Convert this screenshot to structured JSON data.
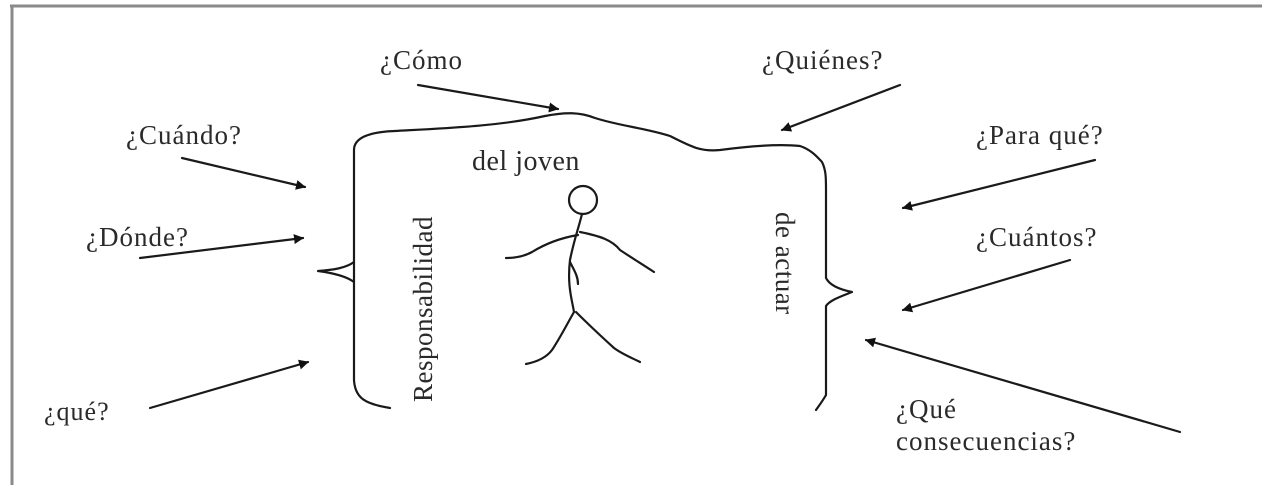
{
  "diagram": {
    "questions": {
      "como": "¿Cómo",
      "quienes": "¿Quiénes?",
      "cuando": "¿Cuándo?",
      "para_que": "¿Para qué?",
      "donde": "¿Dónde?",
      "cuantos": "¿Cuántos?",
      "que": "¿qué?",
      "consecuencias_1": "¿Qué",
      "consecuencias_2": "consecuencias?"
    },
    "center": {
      "top": "del joven",
      "left_vertical": "Responsabilidad",
      "right_vertical": "de actuar"
    }
  }
}
